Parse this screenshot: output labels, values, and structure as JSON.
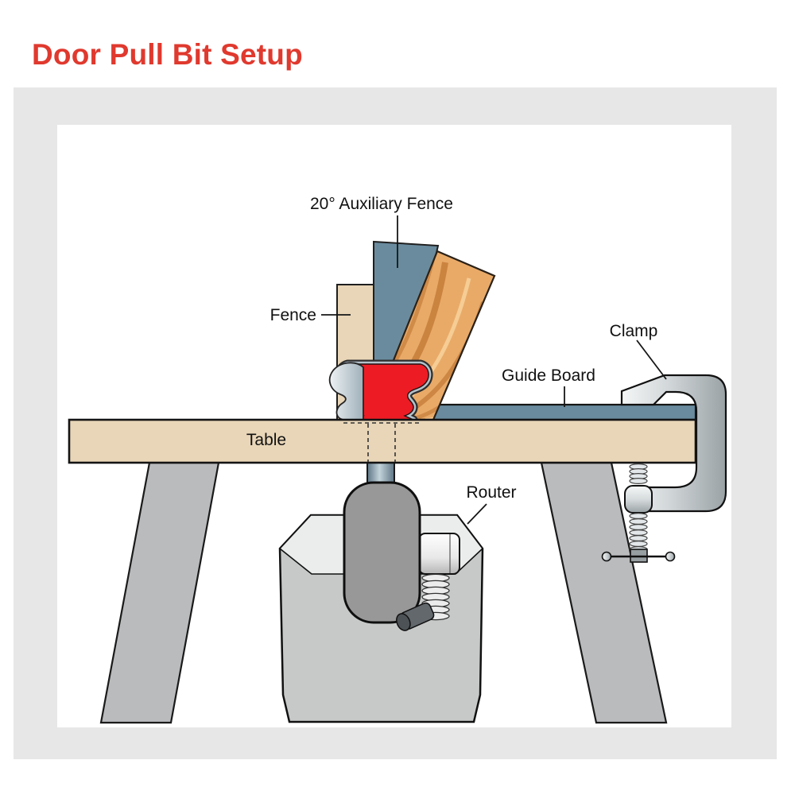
{
  "title": "Door Pull Bit Setup",
  "diagram": {
    "labels": {
      "aux_fence": "20° Auxiliary Fence",
      "fence": "Fence",
      "clamp": "Clamp",
      "guide_board": "Guide Board",
      "table": "Table",
      "router": "Router"
    },
    "colors": {
      "title_red": "#e0392e",
      "bit_red": "#ed1c24",
      "wood_tan": "#e9d6b8",
      "wood_grain_orange": "#e9aa68",
      "wood_grain_dark": "#c57d3a",
      "fence_blue": "#6a8b9e",
      "metal_gray": "#b9bbbd",
      "router_gray": "#c7c9c9",
      "panel_gray": "#e7e7e8",
      "outline_black": "#111111"
    }
  }
}
